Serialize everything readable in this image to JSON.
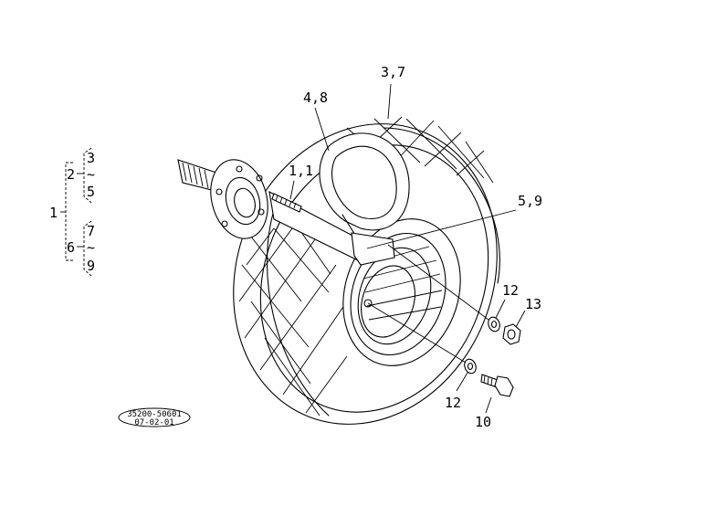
{
  "diagram": {
    "callouts": {
      "tire_tube": "3,7",
      "rim_flap": "4,8",
      "stud": "1,1",
      "disc": "5,9",
      "washer_upper": "12",
      "nut": "13",
      "washer_lower": "12",
      "bolt": "10"
    },
    "tree": {
      "root": "1",
      "group_a": "2",
      "group_a_top": "3",
      "group_a_tilde": "~",
      "group_a_bottom": "5",
      "group_b": "6",
      "group_b_top": "7",
      "group_b_tilde": "~",
      "group_b_bottom": "9"
    },
    "stamp": {
      "part_code": "35200-50601",
      "date_code": "07-02-01"
    }
  }
}
